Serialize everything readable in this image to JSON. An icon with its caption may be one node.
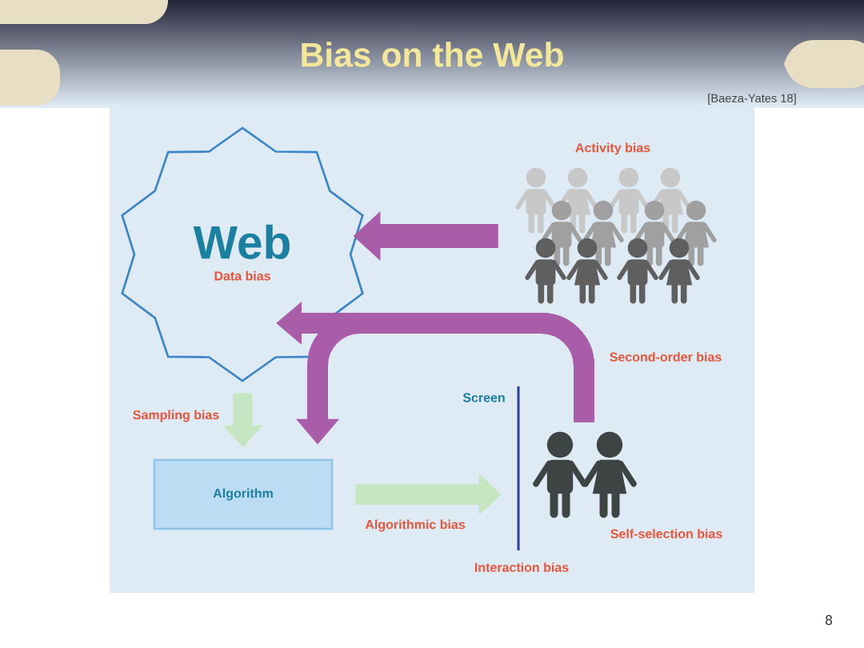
{
  "diagram": {
    "title": "Bias on the Web",
    "nodes": [
      {
        "text": [
          "Web",
          "Data bias"
        ]
      },
      {
        "text": [],
        "shape": "person",
        "beside": [
          "Activity bias"
        ]
      },
      {
        "text": [
          "Algorithm"
        ]
      },
      {
        "text": [],
        "shape": "person",
        "beside": [
          "Self-selection bias"
        ]
      }
    ],
    "edges": [
      {
        "from": 1,
        "to": 0,
        "arrow": "to",
        "color": "#a95da8"
      },
      {
        "from": 0,
        "to": 2,
        "arrow": "to",
        "label": "Sampling bias",
        "color": "#c6e6c2"
      },
      {
        "from": 2,
        "to": 3,
        "arrow": "to",
        "label": "Algorithmic bias",
        "color": "#c6e6c2"
      },
      {
        "from": 3,
        "to": 0,
        "arrow": "to",
        "label": "Second-order bias",
        "color": "#a95da8"
      },
      {
        "from": 3,
        "to": 2,
        "arrow": "to",
        "color": "#a95da8"
      }
    ],
    "labels": [
      "[Baeza-Yates 18]",
      "Screen",
      "Interaction bias",
      "8"
    ]
  }
}
